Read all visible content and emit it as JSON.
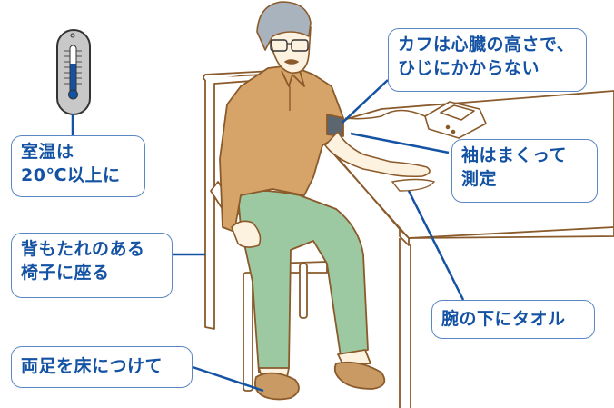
{
  "illustration": {
    "subject": "blood-pressure-measurement-posture",
    "colors": {
      "callout_text": "#1452a3",
      "callout_border": "#5b86c4",
      "leader_line": "#1452a3",
      "outline": "#8a5a2b",
      "shirt": "#d6a469",
      "pants": "#9dc9a2",
      "skin": "#fdf1e0",
      "hair": "#a9b3bd",
      "cuff": "#5c6670",
      "slippers": "#c99a63",
      "thermometer_body": "#c8c8c8",
      "thermometer_fluid": "#1452a3"
    }
  },
  "callouts": {
    "room_temp": {
      "line1": "室温は",
      "line2": "20℃以上に"
    },
    "cuff": {
      "line1": "カフは心臓の高さで、",
      "line2": "ひじにかからない"
    },
    "sleeve": {
      "line1": "袖はまくって",
      "line2": "測定"
    },
    "chair": {
      "line1": "背もたれのある",
      "line2": "椅子に座る"
    },
    "towel": {
      "line1": "腕の下にタオル"
    },
    "feet": {
      "line1": "両足を床につけて"
    }
  }
}
